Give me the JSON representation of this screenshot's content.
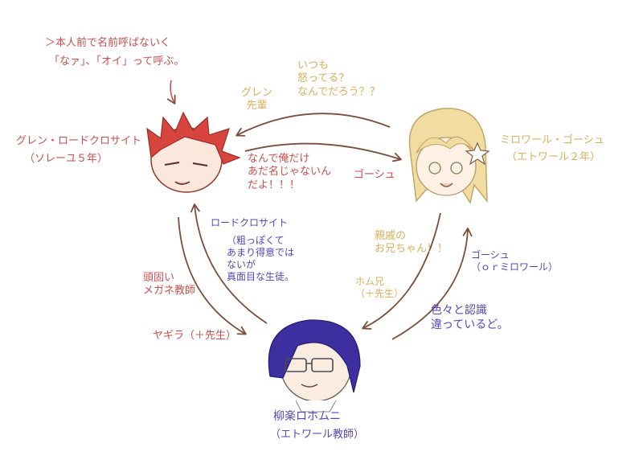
{
  "characters": {
    "glen": {
      "name": "グレン・ロードクロサイト",
      "affiliation": "（ソレーユ５年）",
      "note_line1": "＞本人前で名前呼ばないく",
      "note_line2": "「なァ」、「オイ」って呼ぶ。"
    },
    "miroir": {
      "name": "ミロワール・ゴーシュ",
      "affiliation": "（エトワール２年）"
    },
    "homuni": {
      "name": "柳楽ロホムニ",
      "affiliation": "（エトワール教師）"
    }
  },
  "relations": {
    "miroir_to_glen_name": "グレン\n先輩",
    "miroir_to_glen_thought": "いつも\n怒ってる？\nなんでだろう？？",
    "glen_to_miroir_name": "ゴーシュ",
    "glen_to_miroir_thought": "なんで俺だけ\nあだ名じゃないん\nだよ！！！",
    "glen_to_homuni_name": "ヤギラ（＋先生）",
    "glen_to_homuni_thought": "頭固い\nメガネ教師",
    "homuni_to_glen_name": "ロードクロサイト",
    "homuni_to_glen_thought": "（粗っぽくて\nあまり得意では\nないが\n真面目な生徒。",
    "miroir_to_homuni_name": "ホム兄\n（＋先生）",
    "miroir_to_homuni_thought": "親戚の\nお兄ちゃん！！",
    "homuni_to_miroir_name": "ゴーシュ\n（ｏｒミロワール）",
    "homuni_to_miroir_thought": "色々と認識\n違っているど。"
  },
  "colors": {
    "glen": "#c9504f",
    "miroir": "#d7b05e",
    "homuni": "#5647b8",
    "arrow": "#7a4e3a",
    "glen_hair": "#d8453f",
    "miroir_hair": "#f1dca2",
    "homuni_hair": "#3d2fa0"
  }
}
